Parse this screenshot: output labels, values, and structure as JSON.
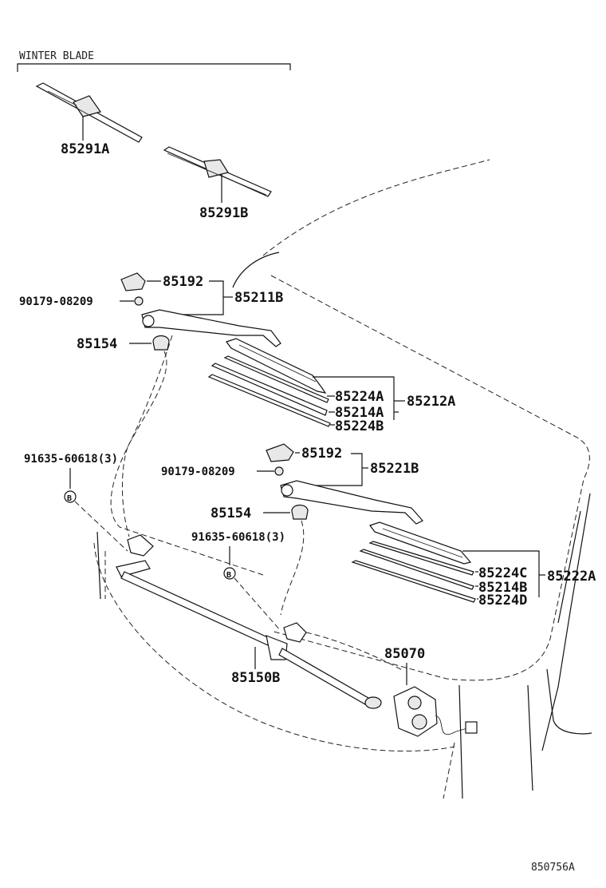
{
  "header": {
    "winter_blade": "WINTER BLADE"
  },
  "parts": {
    "p85291A": "85291A",
    "p85291B": "85291B",
    "p85192_1": "85192",
    "p90179_1": "90179-08209",
    "p85211B": "85211B",
    "p85154_1": "85154",
    "p85224A": "85224A",
    "p85212A": "85212A",
    "p85214A": "85214A",
    "p85224B": "85224B",
    "p91635_1": "91635-60618(3)",
    "p85192_2": "85192",
    "p90179_2": "90179-08209",
    "p85221B": "85221B",
    "p85154_2": "85154",
    "p91635_2": "91635-60618(3)",
    "p85224C": "85224C",
    "p85222A": "85222A",
    "p85214B": "85214B",
    "p85224D": "85224D",
    "p85070": "85070",
    "p85150B": "85150B"
  },
  "bolt_mark": "B",
  "diagram_id": "850756A"
}
